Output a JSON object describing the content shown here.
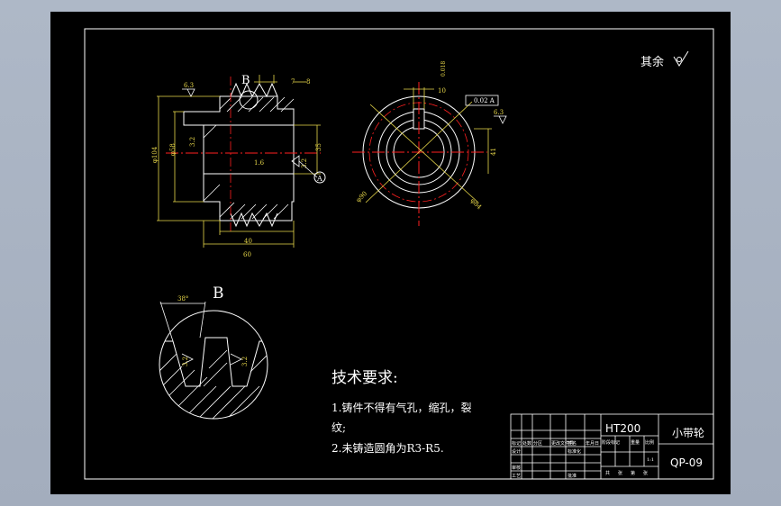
{
  "drawing": {
    "material": "HT200",
    "part_name": "小带轮",
    "drawing_number": "QP-09",
    "surface_note": "其余",
    "section_label": "B",
    "datum_label": "A",
    "colors": {
      "background": "#000000",
      "line": "#ffffff",
      "center_line": "#ff2020",
      "dimension": "#e8d84a",
      "window": "#a9b3c2"
    }
  },
  "requirements": {
    "title": "技术要求:",
    "line1": "1.铸件不得有气孔，缩孔，裂",
    "line2": "纹;",
    "line3": "2.未铸造圆角为R3-R5."
  },
  "dimensions": {
    "surface_top_left": "6.3",
    "groove_width": "7",
    "groove_pitch": "8",
    "outer_dia": "φ104",
    "inner_dia": "φ58",
    "bore_rough": "3.2",
    "bore_dia": "35",
    "face_rough": "1.6",
    "face_rough_right": "3.2",
    "hub_len": "40",
    "total_len": "60",
    "section_angle": "38°",
    "section_rough": "3.2",
    "key_tol": "0.018",
    "key_width": "10",
    "keyway_tol": "0.02 A",
    "key_depth": "41",
    "right_rough": "6.3",
    "diag_left": "φ90",
    "diag_right": "φ84"
  },
  "title_block": {
    "row1": [
      "标记",
      "处数",
      "分区",
      "更改文件号",
      "签名",
      "年月日"
    ],
    "row2": [
      "设计",
      "",
      "",
      "标准化"
    ],
    "row3": [
      "审核",
      "",
      "",
      ""
    ],
    "row4": [
      "工艺",
      "",
      "",
      "批准"
    ],
    "stage_labels": [
      "阶段标记",
      "重量",
      "比例"
    ],
    "scale": "1:1",
    "sheet_labels": [
      "共",
      "张",
      "第",
      "张"
    ]
  }
}
